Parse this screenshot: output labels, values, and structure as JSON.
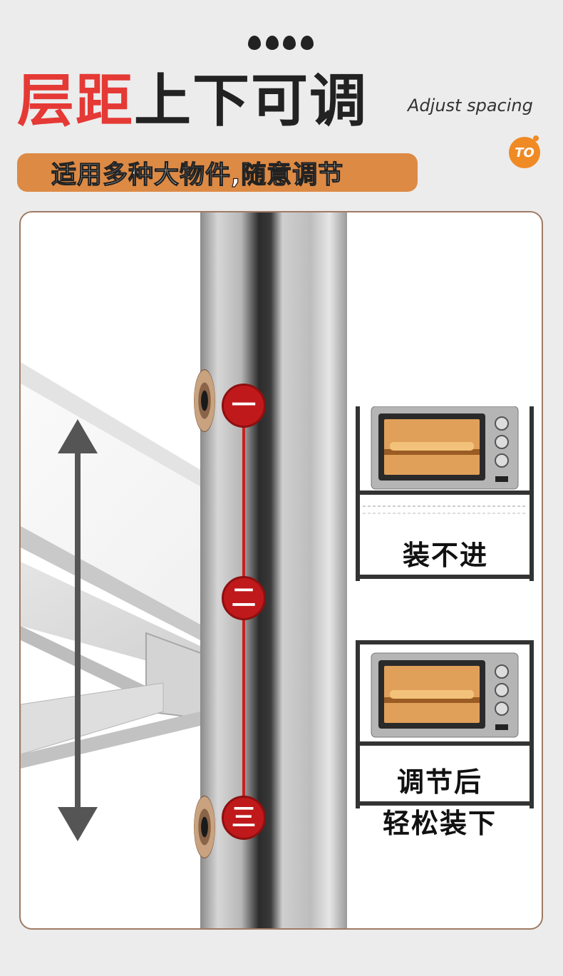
{
  "header": {
    "title_red": "层距",
    "title_dark": "上下可调",
    "subtitle": "Adjust spacing",
    "brand_logo": "TO",
    "banner": "适用多种大物件,随意调节"
  },
  "levels": [
    {
      "label": "一"
    },
    {
      "label": "二"
    },
    {
      "label": "三"
    }
  ],
  "comparison": {
    "before_label": "装不进",
    "after_label_line1": "调节后",
    "after_label_line2": "轻松装下"
  },
  "colors": {
    "accent_red": "#e53935",
    "banner_orange": "#dd8a45",
    "badge_red": "#c0191c"
  }
}
